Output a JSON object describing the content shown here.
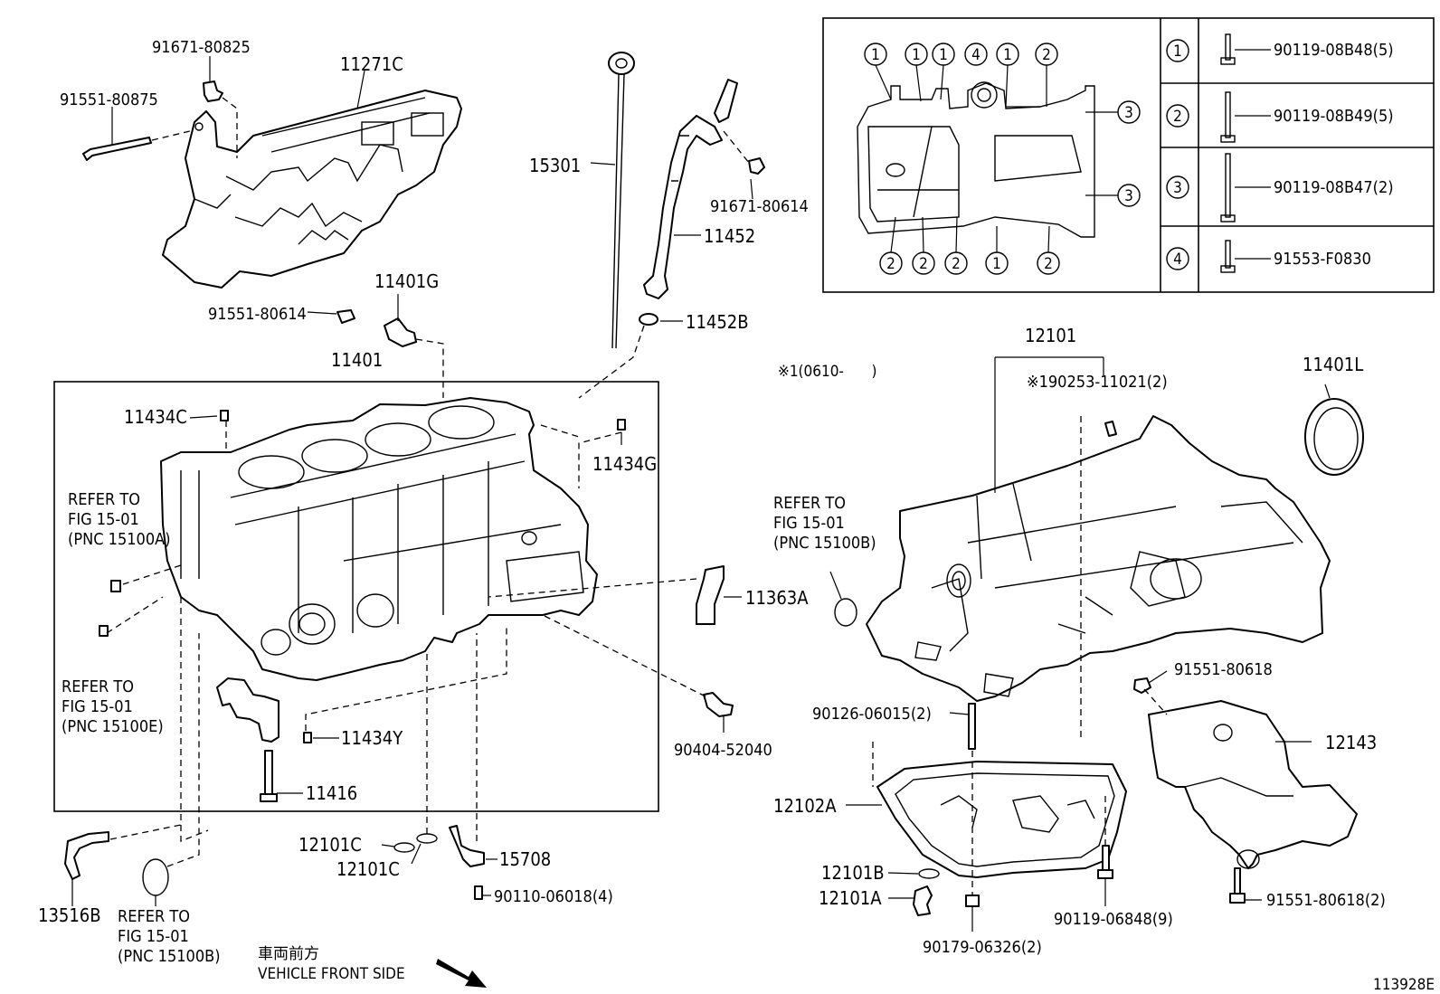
{
  "labels": {
    "p91671_80825": "91671-80825",
    "p11271c": "11271C",
    "p91551_80875": "91551-80875",
    "p15301": "15301",
    "p91671_80614": "91671-80614",
    "p11452": "11452",
    "p11452b": "11452B",
    "p11401g": "11401G",
    "p91551_80614": "91551-80614",
    "p11401": "11401",
    "p11434c": "11434C",
    "p11434g": "11434G",
    "p11363a": "11363A",
    "p90404_52040": "90404-52040",
    "p11434y": "11434Y",
    "p11416": "11416",
    "p12101c_a": "12101C",
    "p12101c_b": "12101C",
    "p15708": "15708",
    "p90110_06018": "90110-06018(4)",
    "p13516b": "13516B",
    "p12101": "12101",
    "p190253": "※190253-11021(2)",
    "p11401l": "11401L",
    "note_0610": "※1(0610-  )",
    "p91551_80618": "91551-80618",
    "p12143": "12143",
    "p90126_06015": "90126-06015(2)",
    "p12102a": "12102A",
    "p12101b": "12101B",
    "p12101a": "12101A",
    "p90119_06848": "90119-06848(9)",
    "p90179_06326": "90179-06326(2)",
    "p91551_80618_2": "91551-80618(2)",
    "vehicle_front_jp": "車両前方",
    "vehicle_front_en": "VEHICLE FRONT SIDE",
    "fig_id": "113928E"
  },
  "refer_notes": [
    [
      "REFER TO",
      "FIG 15-01",
      "(PNC 15100A)"
    ],
    [
      "REFER TO",
      "FIG 15-01",
      "(PNC 15100E)"
    ],
    [
      "REFER TO",
      "FIG 15-01",
      "(PNC 15100B)"
    ],
    [
      "REFER TO",
      "FIG 15-01",
      "(PNC 15100B)"
    ]
  ],
  "bolt_table": [
    {
      "num": "1",
      "part": "90119-08B48(5)"
    },
    {
      "num": "2",
      "part": "90119-08B49(5)"
    },
    {
      "num": "3",
      "part": "90119-08B47(2)"
    },
    {
      "num": "4",
      "part": "91553-F0830"
    }
  ],
  "inset_callouts": {
    "top": [
      "1",
      "1",
      "1",
      "4",
      "1",
      "2"
    ],
    "right": [
      "3",
      "3"
    ],
    "bottom": [
      "2",
      "2",
      "2",
      "1",
      "2"
    ]
  }
}
